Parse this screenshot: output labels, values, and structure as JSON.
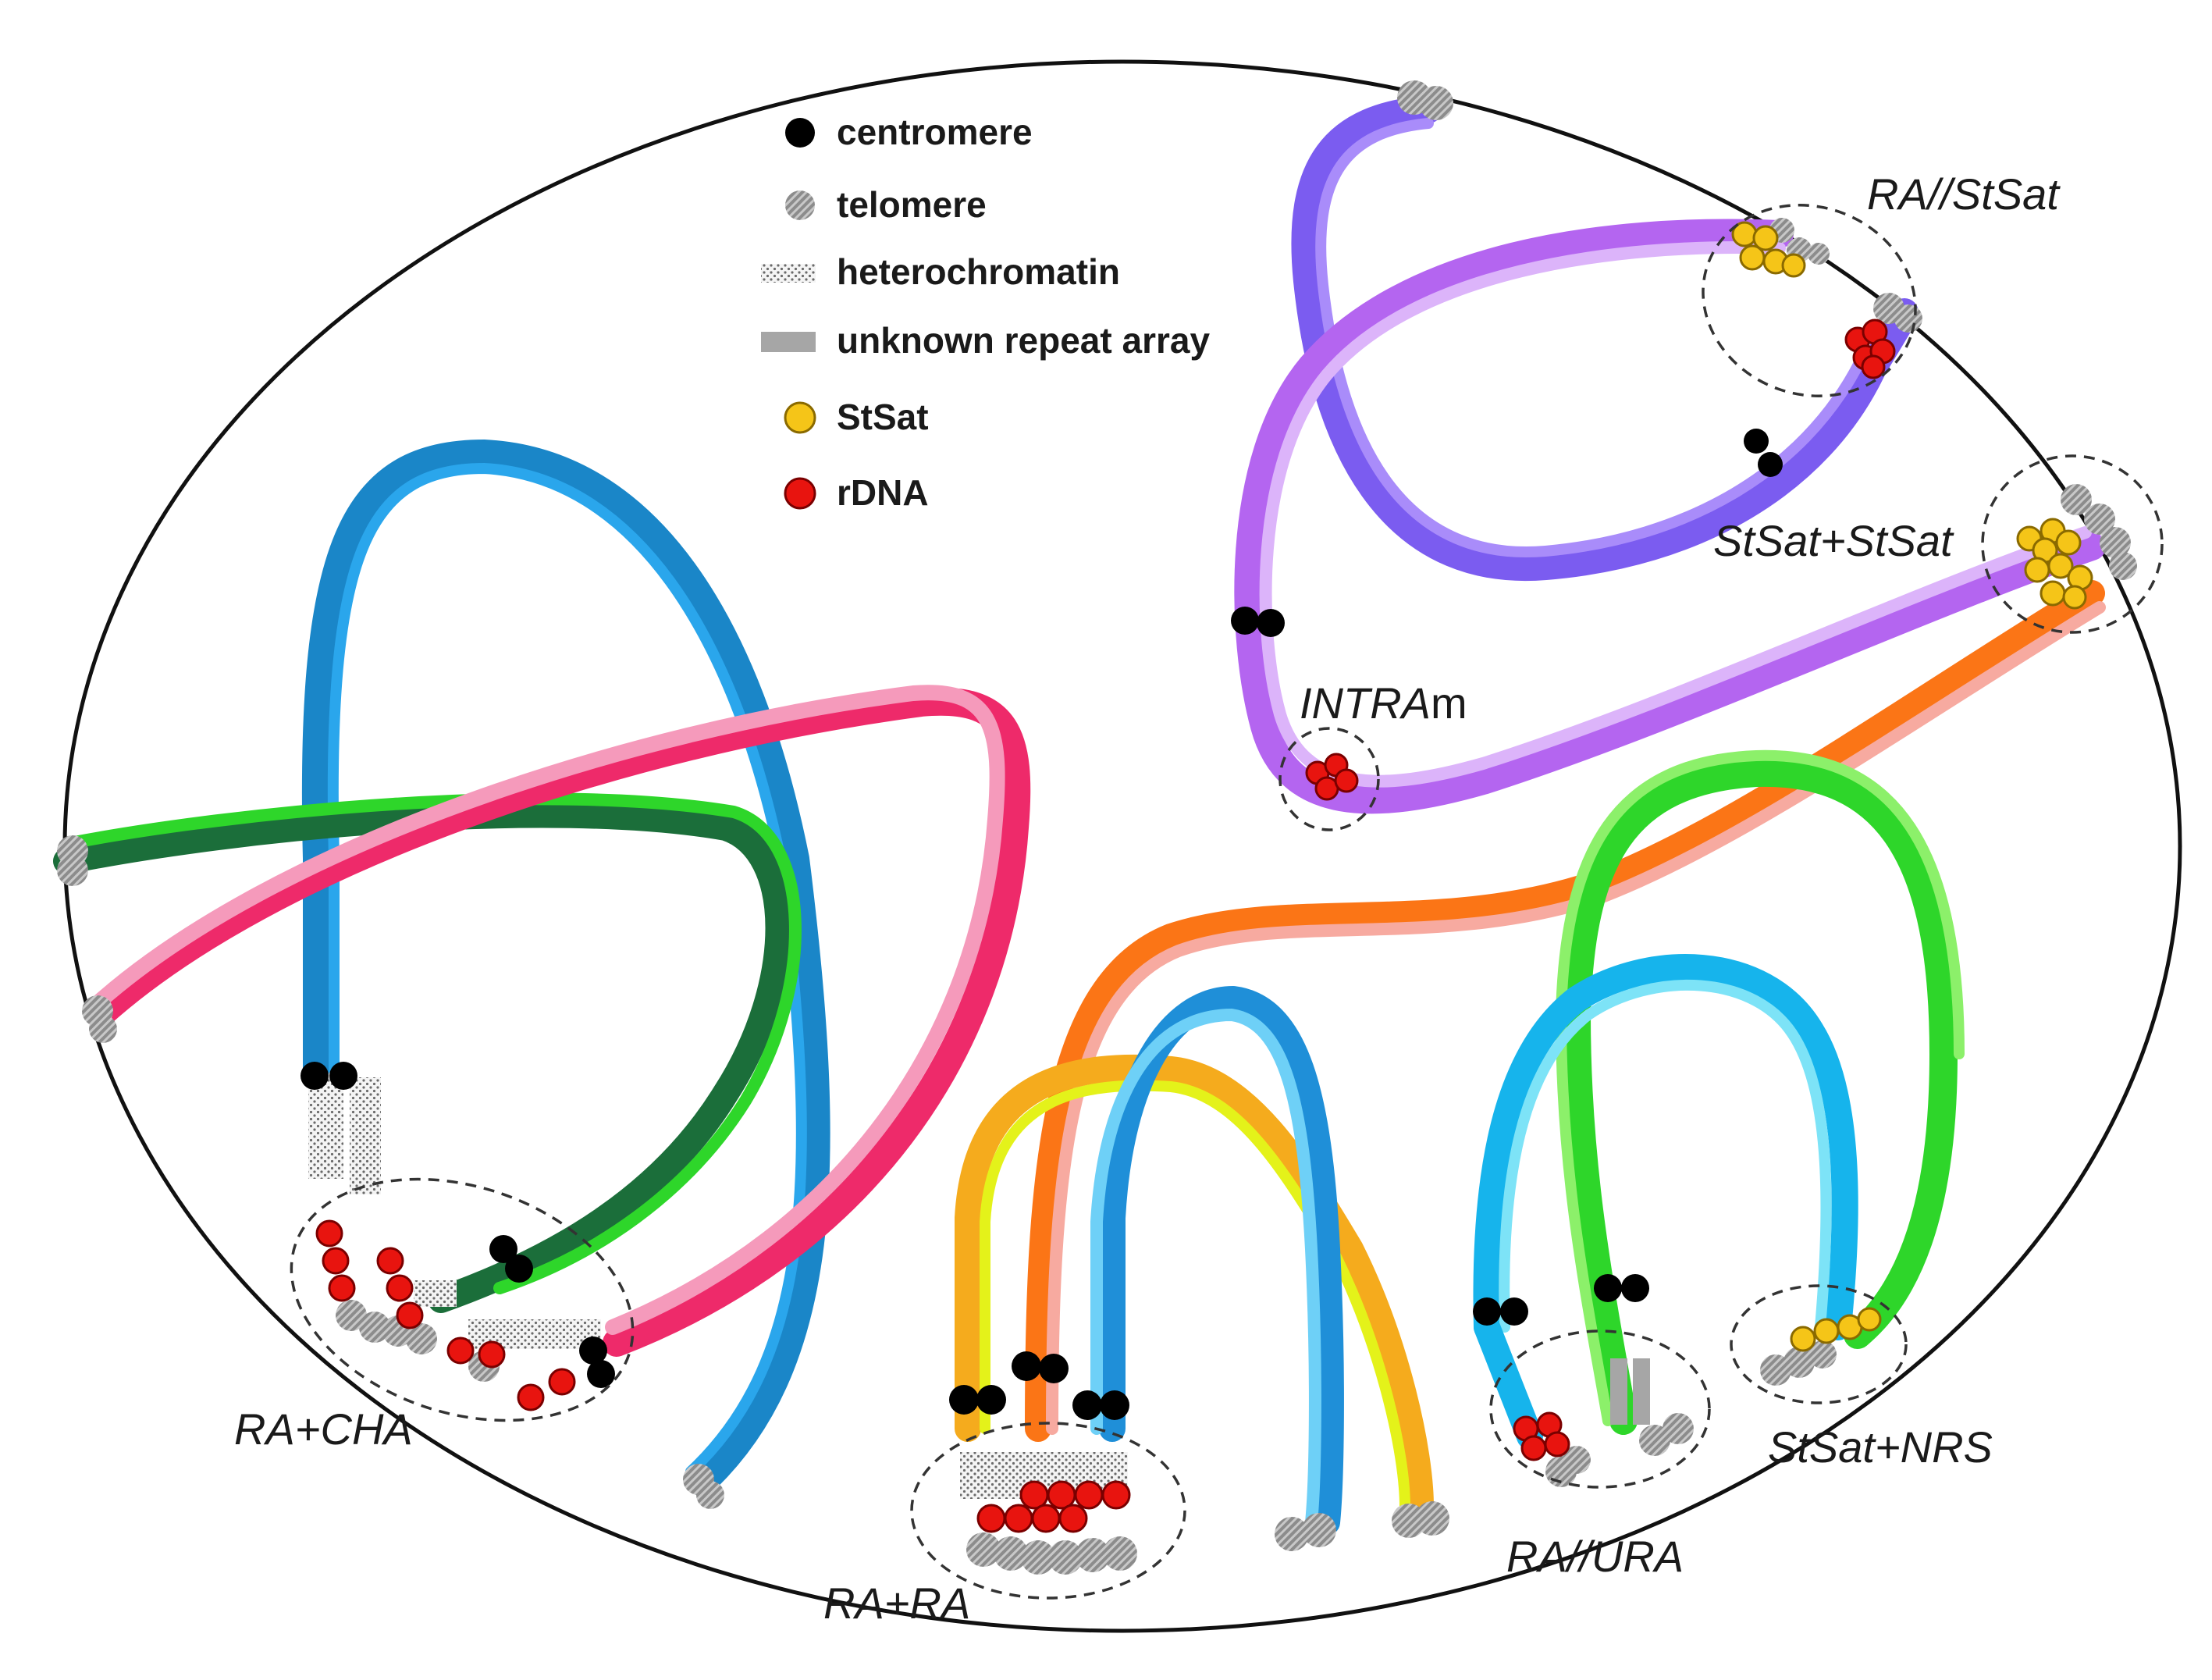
{
  "legend": {
    "centromere": "centromere",
    "telomere": "telomere",
    "heterochromatin": "heterochromatin",
    "unknown_repeat_array": "unknown repeat array",
    "stsat": "StSat",
    "rdna": "rDNA"
  },
  "clusters": {
    "ra_stsat": "RA//StSat",
    "stsat_stsat": "StSat+StSat",
    "intram_a": "INTRA",
    "intram_b": "m",
    "ra_cha": "RA+CHA",
    "ra_ra": "RA+RA",
    "ra_ura": "RA//URA",
    "stsat_nrs": "StSat+NRS"
  },
  "colors": {
    "centromere": "#000000",
    "telomere": "#8c8c8c",
    "stsat": "#f5c518",
    "rdna": "#e8140f",
    "unknown_repeat": "#a6a6a6",
    "heterochromatin": "#d0d0d0"
  },
  "icons": [
    "centromere-icon",
    "telomere-icon",
    "heterochromatin-icon",
    "repeat-array-icon",
    "stsat-icon",
    "rdna-icon"
  ]
}
